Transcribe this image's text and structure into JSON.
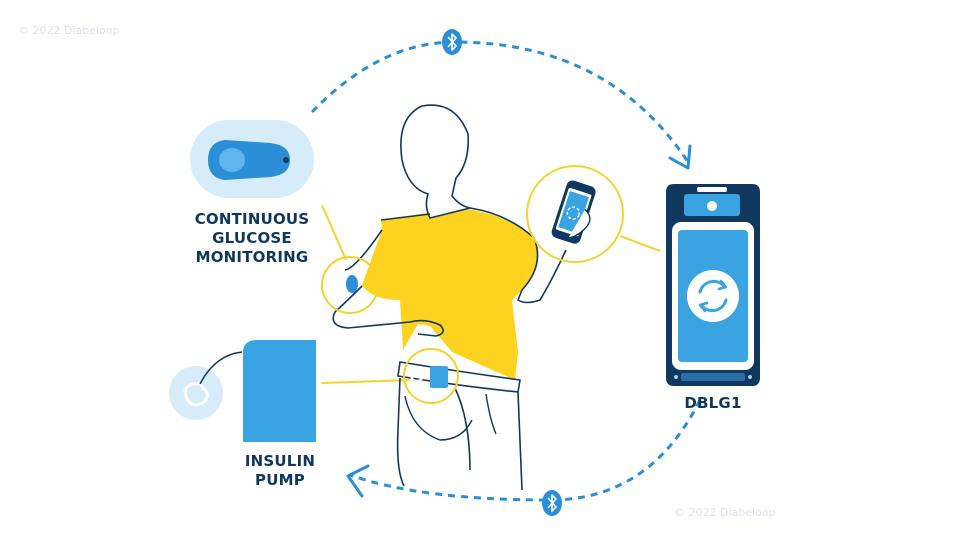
{
  "copyright": {
    "top_left": "© 2022 Diabeloop",
    "bottom_right": "© 2022 Diabeloop"
  },
  "labels": {
    "cgm": [
      "CONTINUOUS",
      "GLUCOSE",
      "MONITORING"
    ],
    "dblg1": "DBLG1",
    "pump": [
      "INSULIN",
      "PUMP"
    ]
  },
  "icons": {
    "connection": "bluetooth-icon",
    "sync": "sync-arrows-icon"
  },
  "colors": {
    "navy": "#10385e",
    "blue": "#2a8fd6",
    "light_blue": "#9dd0ef",
    "pale_blue": "#d7ecf9",
    "yellow": "#fdd320",
    "yellow_line": "#f5d22e",
    "pump_blue": "#3aa4e2"
  }
}
